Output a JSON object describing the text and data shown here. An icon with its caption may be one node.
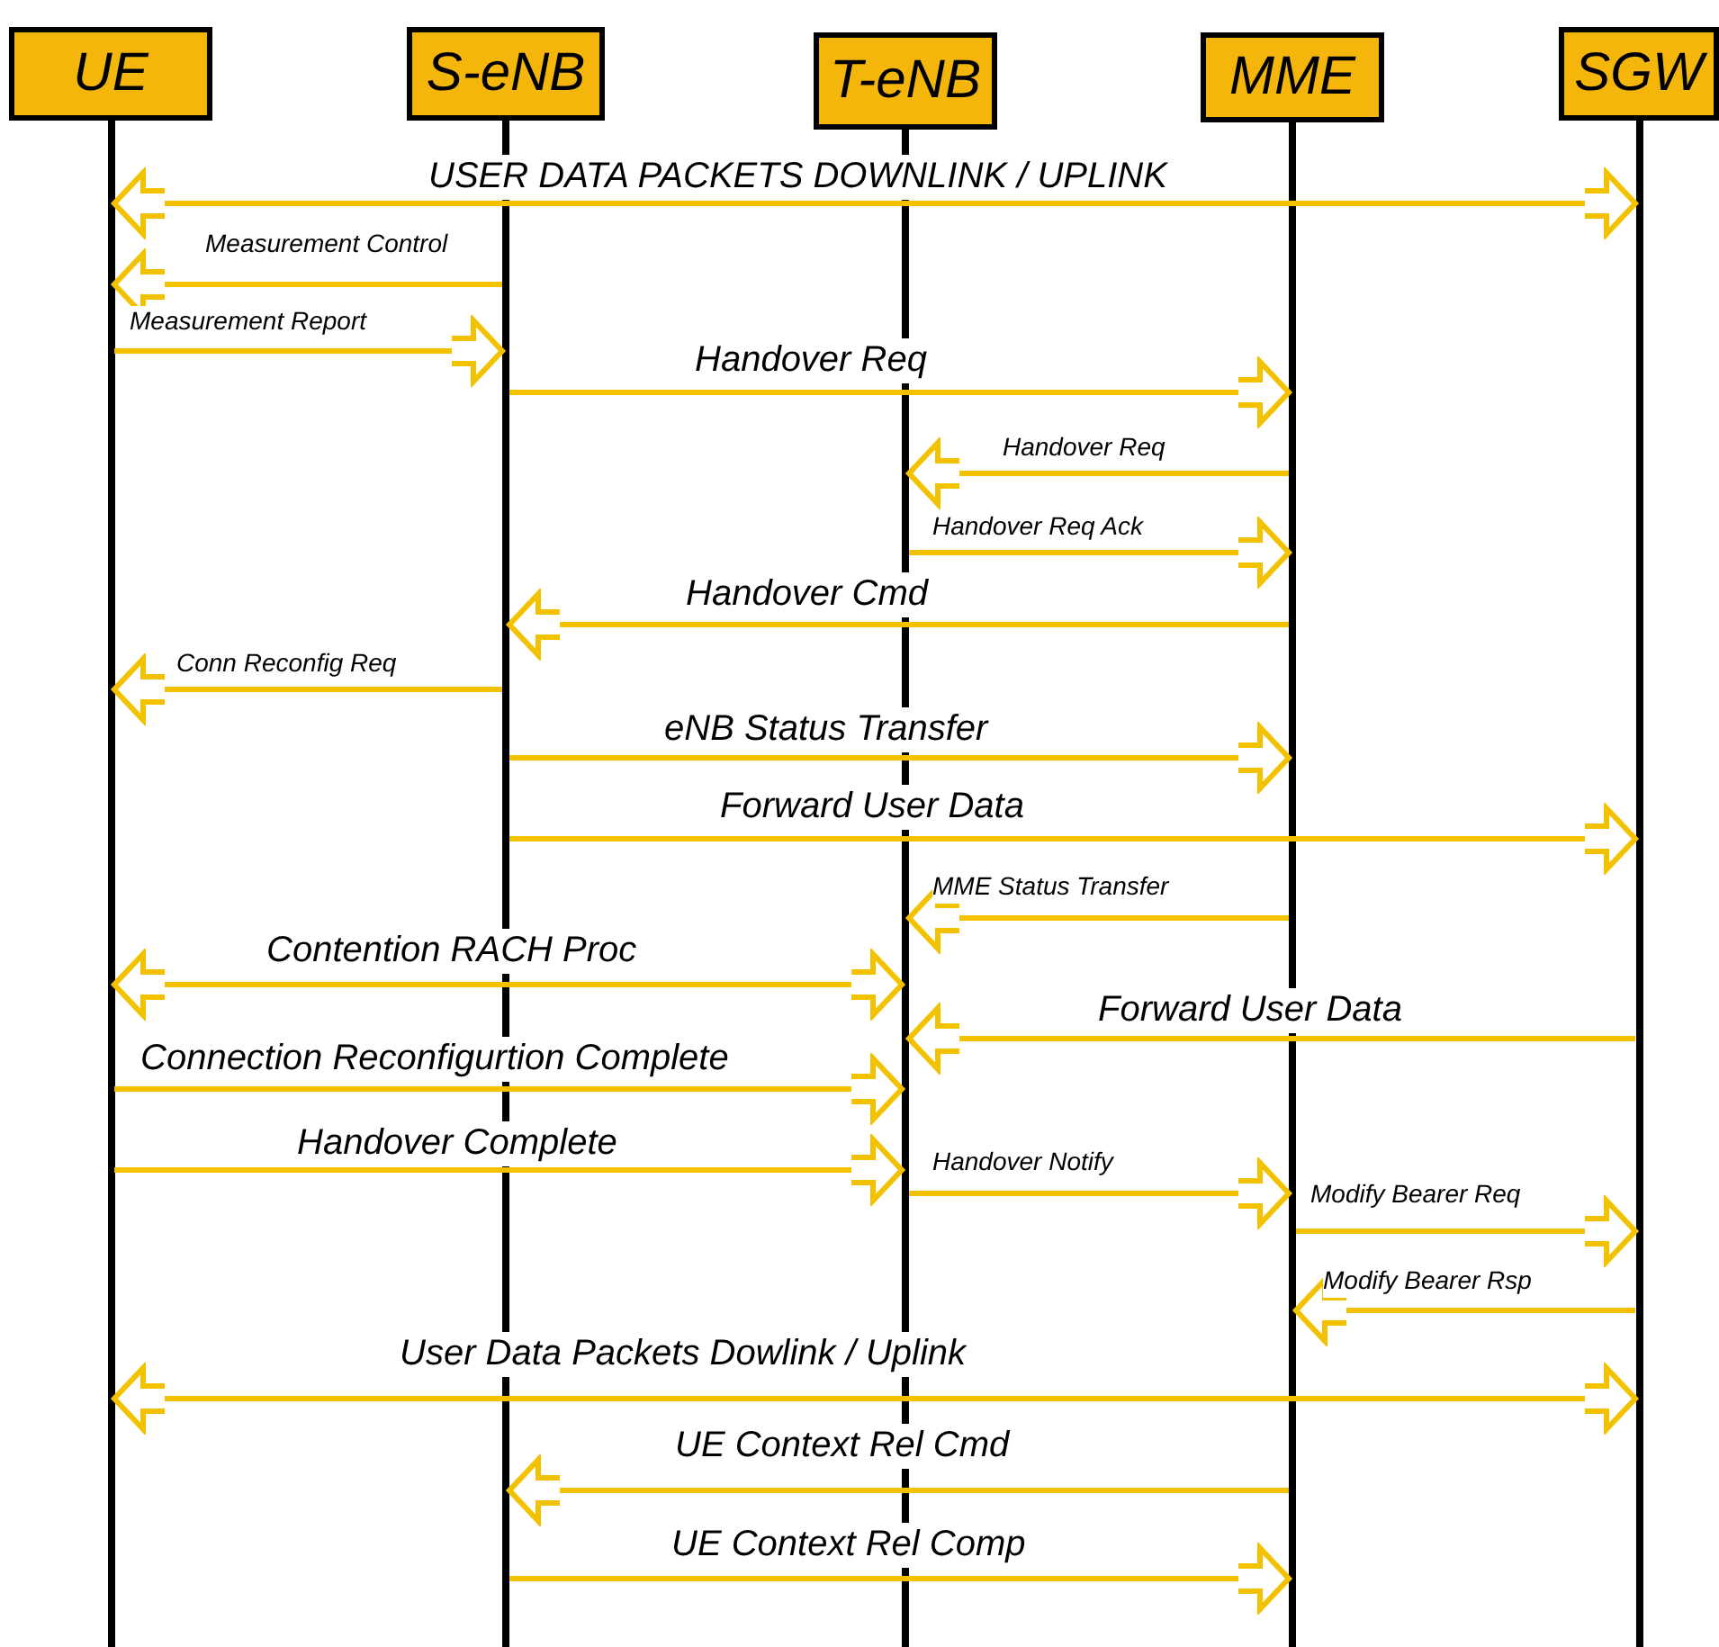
{
  "diagram": {
    "nodes": [
      {
        "text": [
          "UE"
        ]
      },
      {
        "text": [
          "S-eNB"
        ]
      },
      {
        "text": [
          "T-eNB"
        ]
      },
      {
        "text": [
          "MME"
        ]
      },
      {
        "text": [
          "SGW"
        ]
      },
      {
        "text": [],
        "shape": "line"
      },
      {
        "text": [],
        "shape": "line"
      },
      {
        "text": [],
        "shape": "line"
      },
      {
        "text": [],
        "shape": "line"
      },
      {
        "text": [],
        "shape": "line"
      }
    ],
    "edges": [
      {
        "from": 5,
        "to": 9,
        "arrow": "both",
        "label": "USER DATA PACKETS DOWNLINK / UPLINK"
      },
      {
        "from": 6,
        "to": 5,
        "arrow": "to",
        "label": "Measurement Control"
      },
      {
        "from": 5,
        "to": 6,
        "arrow": "to",
        "label": "Measurement Report"
      },
      {
        "from": 6,
        "to": 8,
        "arrow": "to",
        "label": "Handover Req"
      },
      {
        "from": 8,
        "to": 7,
        "arrow": "to",
        "label": "Handover Req"
      },
      {
        "from": 7,
        "to": 8,
        "arrow": "to",
        "label": "Handover Req Ack"
      },
      {
        "from": 8,
        "to": 6,
        "arrow": "to",
        "label": "Handover Cmd"
      },
      {
        "from": 6,
        "to": 5,
        "arrow": "to",
        "label": "Conn Reconfig Req"
      },
      {
        "from": 6,
        "to": 8,
        "arrow": "to",
        "label": "eNB Status Transfer"
      },
      {
        "from": 6,
        "to": 9,
        "arrow": "to",
        "label": "Forward User Data"
      },
      {
        "from": 8,
        "to": 7,
        "arrow": "to",
        "label": "MME Status Transfer"
      },
      {
        "from": 5,
        "to": 7,
        "arrow": "both",
        "label": "Contention RACH Proc"
      },
      {
        "from": 9,
        "to": 7,
        "arrow": "to",
        "label": "Forward User Data"
      },
      {
        "from": 5,
        "to": 7,
        "arrow": "to",
        "label": "Connection Reconfigurtion Complete"
      },
      {
        "from": 5,
        "to": 7,
        "arrow": "to",
        "label": "Handover Complete"
      },
      {
        "from": 7,
        "to": 8,
        "arrow": "to",
        "label": "Handover Notify"
      },
      {
        "from": 8,
        "to": 9,
        "arrow": "to",
        "label": "Modify Bearer Req"
      },
      {
        "from": 9,
        "to": 8,
        "arrow": "to",
        "label": "Modify Bearer Rsp"
      },
      {
        "from": 5,
        "to": 9,
        "arrow": "both",
        "label": "User Data Packets Dowlink / Uplink"
      },
      {
        "from": 8,
        "to": 6,
        "arrow": "to",
        "label": "UE Context Rel Cmd"
      },
      {
        "from": 6,
        "to": 8,
        "arrow": "to",
        "label": "UE Context Rel Comp"
      }
    ]
  }
}
